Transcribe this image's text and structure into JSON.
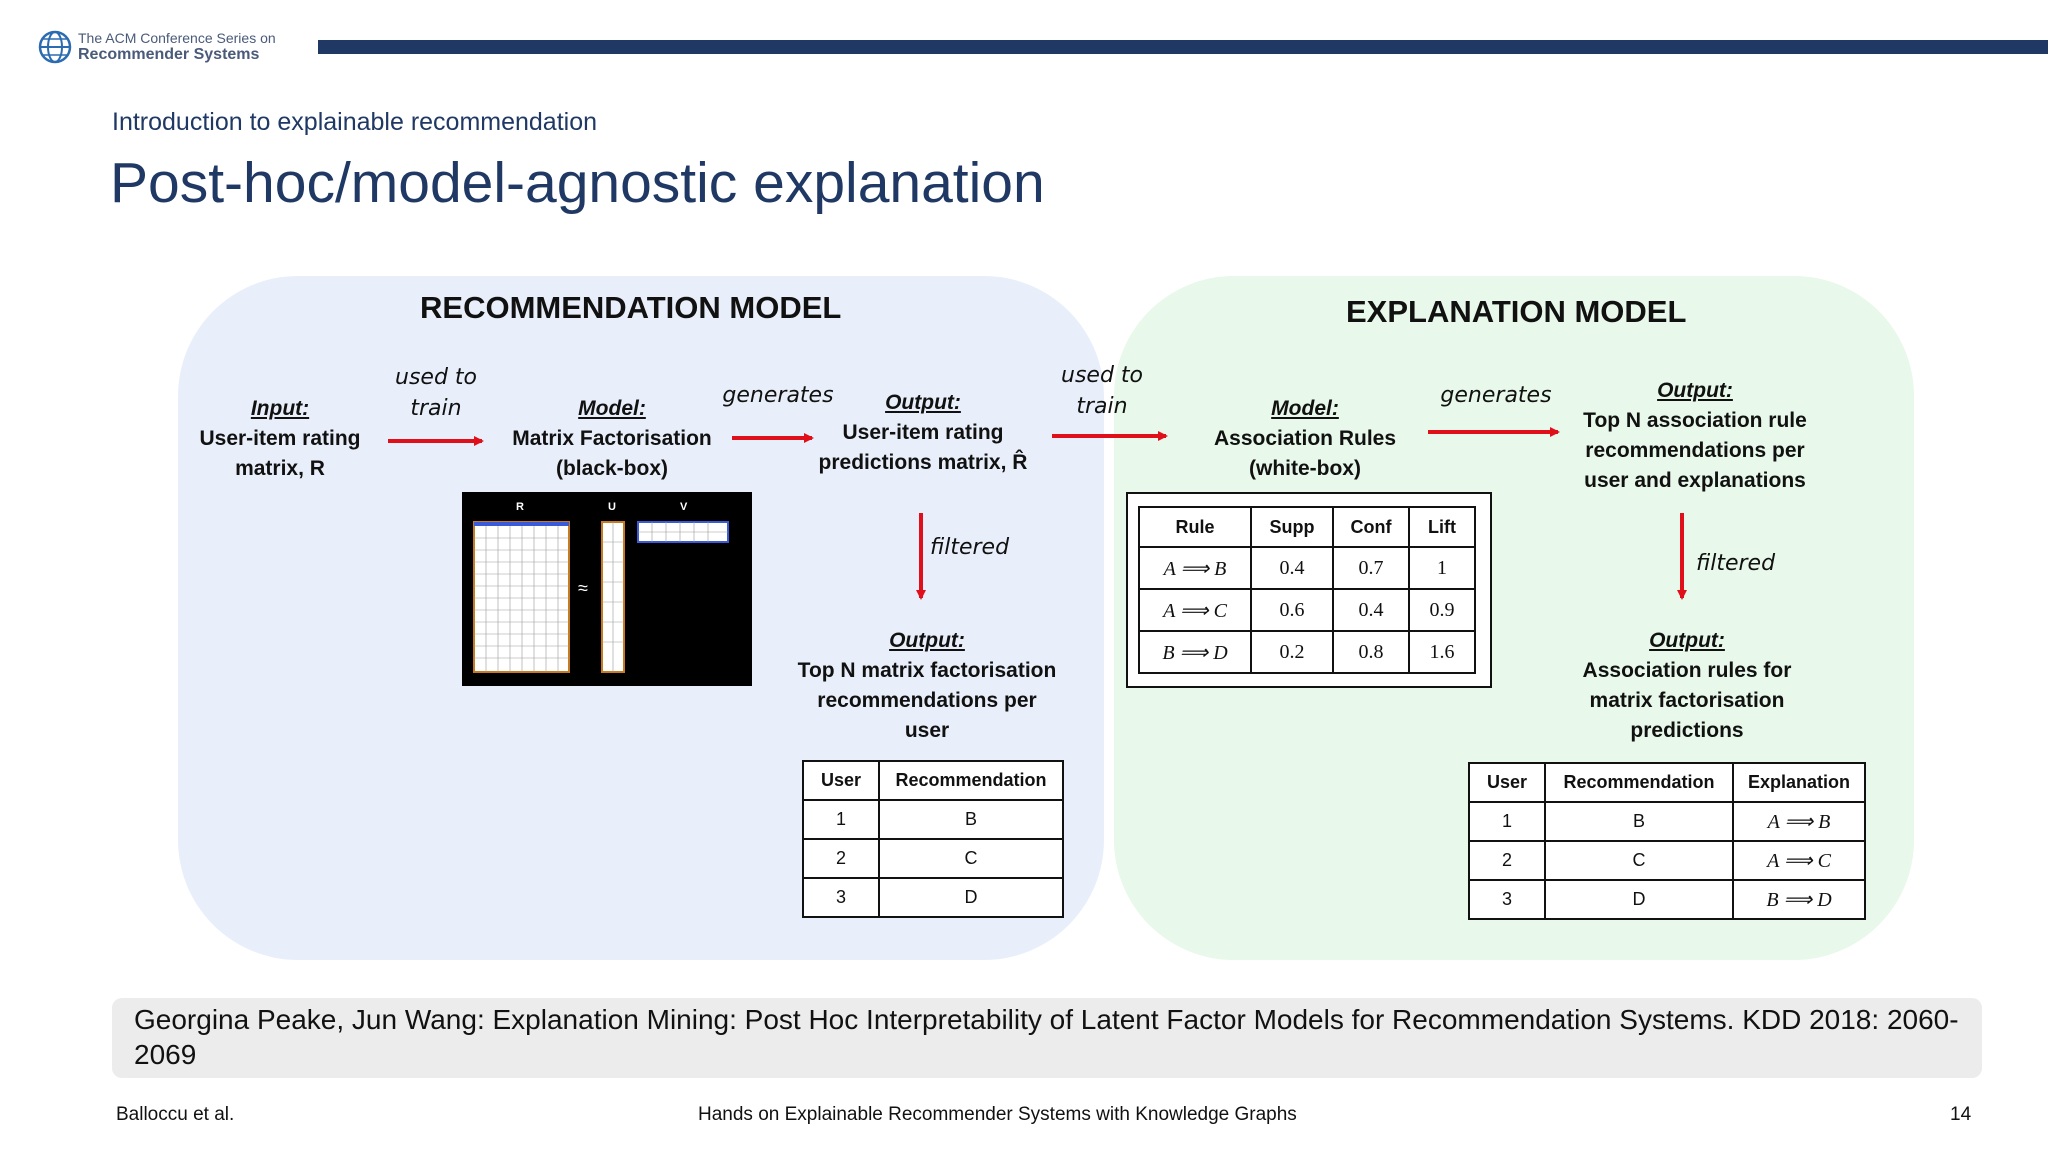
{
  "header": {
    "logo_line1": "The ACM Conference Series on",
    "logo_line2": "Recommender Systems",
    "subtitle": "Introduction to explainable recommendation",
    "title": "Post-hoc/model-agnostic explanation"
  },
  "recommendation_model": {
    "title": "RECOMMENDATION MODEL",
    "input_heading": "Input:",
    "input_line1": "User-item rating",
    "input_line2": "matrix, R",
    "used_to_1": "used to",
    "used_to_2": "train",
    "model_heading": "Model:",
    "model_line1": "Matrix Factorisation",
    "model_line2": "(black-box)",
    "generates": "generates",
    "output_heading": "Output:",
    "output_line1": "User-item rating",
    "output_line2": "predictions  matrix, R̂",
    "filtered": "filtered",
    "topn_heading": "Output:",
    "topn_line1": "Top N matrix factorisation",
    "topn_line2": "recommendations  per",
    "topn_line3": "user",
    "matrix_labels": {
      "r": "R",
      "u": "U",
      "v": "V",
      "approx": "≈"
    },
    "table": {
      "headers": [
        "User",
        "Recommendation"
      ],
      "rows": [
        [
          "1",
          "B"
        ],
        [
          "2",
          "C"
        ],
        [
          "3",
          "D"
        ]
      ]
    }
  },
  "bridge": {
    "used_to_1": "used to",
    "used_to_2": "train"
  },
  "explanation_model": {
    "title": "EXPLANATION MODEL",
    "model_heading": "Model:",
    "model_line1": "Association Rules",
    "model_line2": "(white-box)",
    "generates": "generates",
    "output_heading": "Output:",
    "output_line1": "Top N association rule",
    "output_line2": "recommendations per",
    "output_line3": "user and explanations",
    "filtered": "filtered",
    "final_heading": "Output:",
    "final_line1": "Association rules for",
    "final_line2": "matrix factorisation",
    "final_line3": "predictions",
    "rules_table": {
      "headers": [
        "Rule",
        "Supp",
        "Conf",
        "Lift"
      ],
      "rows": [
        [
          "A ⟹ B",
          "0.4",
          "0.7",
          "1"
        ],
        [
          "A ⟹ C",
          "0.6",
          "0.4",
          "0.9"
        ],
        [
          "B ⟹ D",
          "0.2",
          "0.8",
          "1.6"
        ]
      ]
    },
    "final_table": {
      "headers": [
        "User",
        "Recommendation",
        "Explanation"
      ],
      "rows": [
        [
          "1",
          "B",
          "A ⟹ B"
        ],
        [
          "2",
          "C",
          "A ⟹ C"
        ],
        [
          "3",
          "D",
          "B ⟹ D"
        ]
      ]
    }
  },
  "reference": "Georgina Peake, Jun Wang: Explanation Mining: Post Hoc Interpretability of Latent Factor Models for Recommendation Systems. KDD 2018: 2060-2069",
  "footer": {
    "left": "Balloccu et al.",
    "center": "Hands on Explainable Recommender Systems with Knowledge Graphs",
    "page": "14"
  },
  "colors": {
    "navy": "#1f3864",
    "arrow_red": "#e0101a",
    "rec_panel": "#e9effa",
    "exp_panel": "#e8f8ea"
  }
}
